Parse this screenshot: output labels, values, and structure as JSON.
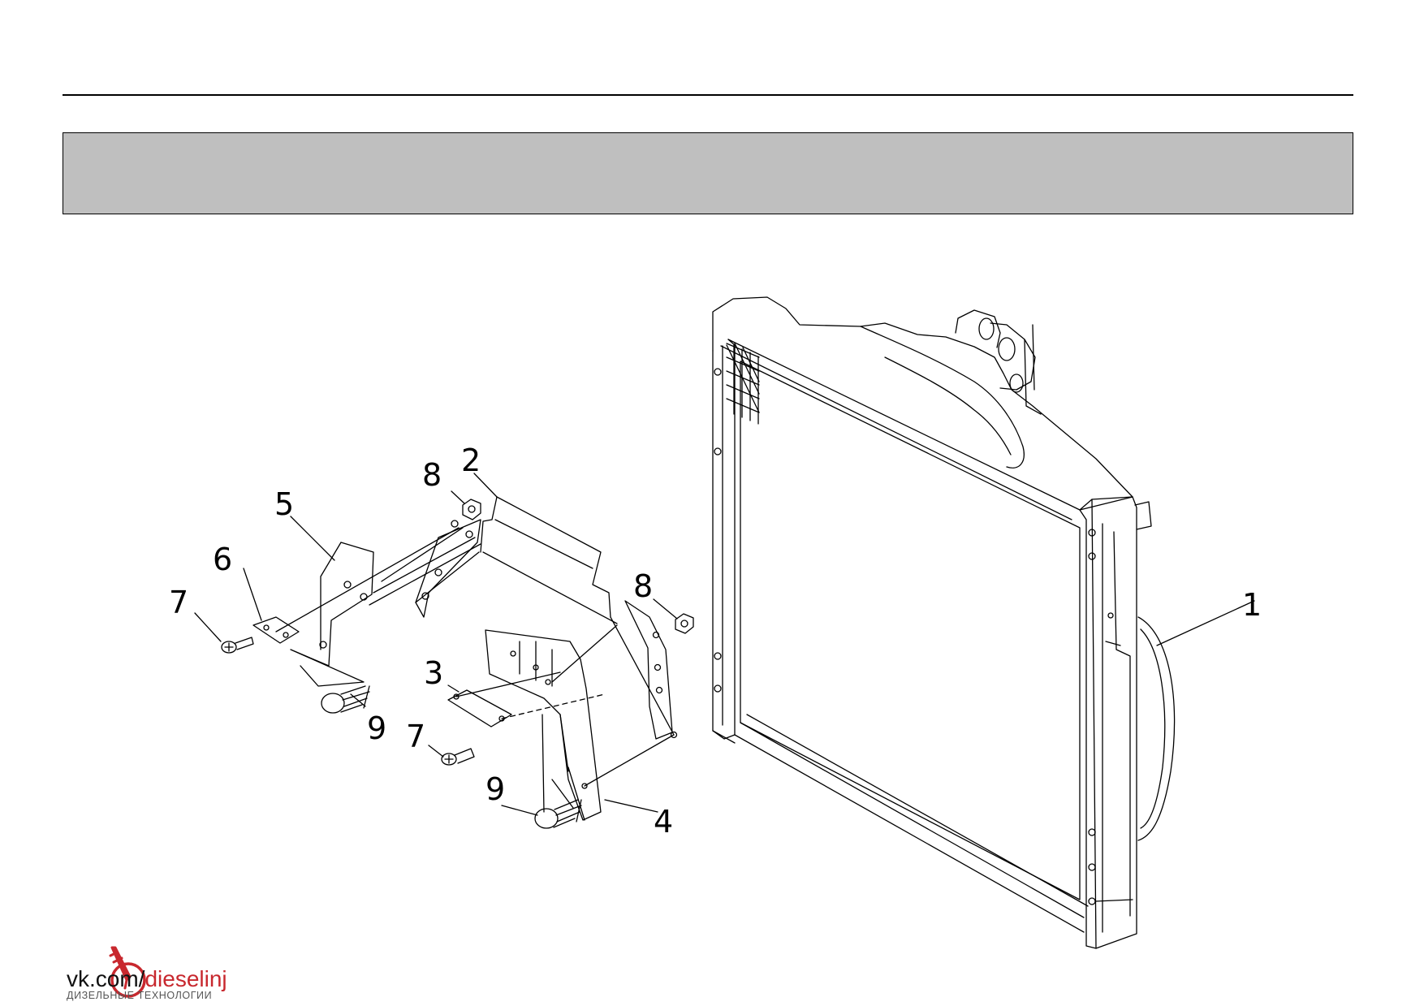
{
  "header": {
    "band_color": "#bfbfbf"
  },
  "diagram": {
    "callouts": [
      {
        "id": "1",
        "label": "1"
      },
      {
        "id": "2",
        "label": "2"
      },
      {
        "id": "3",
        "label": "3"
      },
      {
        "id": "4",
        "label": "4"
      },
      {
        "id": "5",
        "label": "5"
      },
      {
        "id": "6",
        "label": "6"
      },
      {
        "id": "7a",
        "label": "7"
      },
      {
        "id": "7b",
        "label": "7"
      },
      {
        "id": "8a",
        "label": "8"
      },
      {
        "id": "8b",
        "label": "8"
      },
      {
        "id": "9a",
        "label": "9"
      },
      {
        "id": "9b",
        "label": "9"
      }
    ]
  },
  "watermark": {
    "prefix": "vk.com/",
    "handle": "dieselinj",
    "tagline": "ДИЗЕЛЬНЫЕ ТЕХНОЛОГИИ",
    "accent_color": "#c8282e",
    "icon": "fuel-injector-icon"
  }
}
